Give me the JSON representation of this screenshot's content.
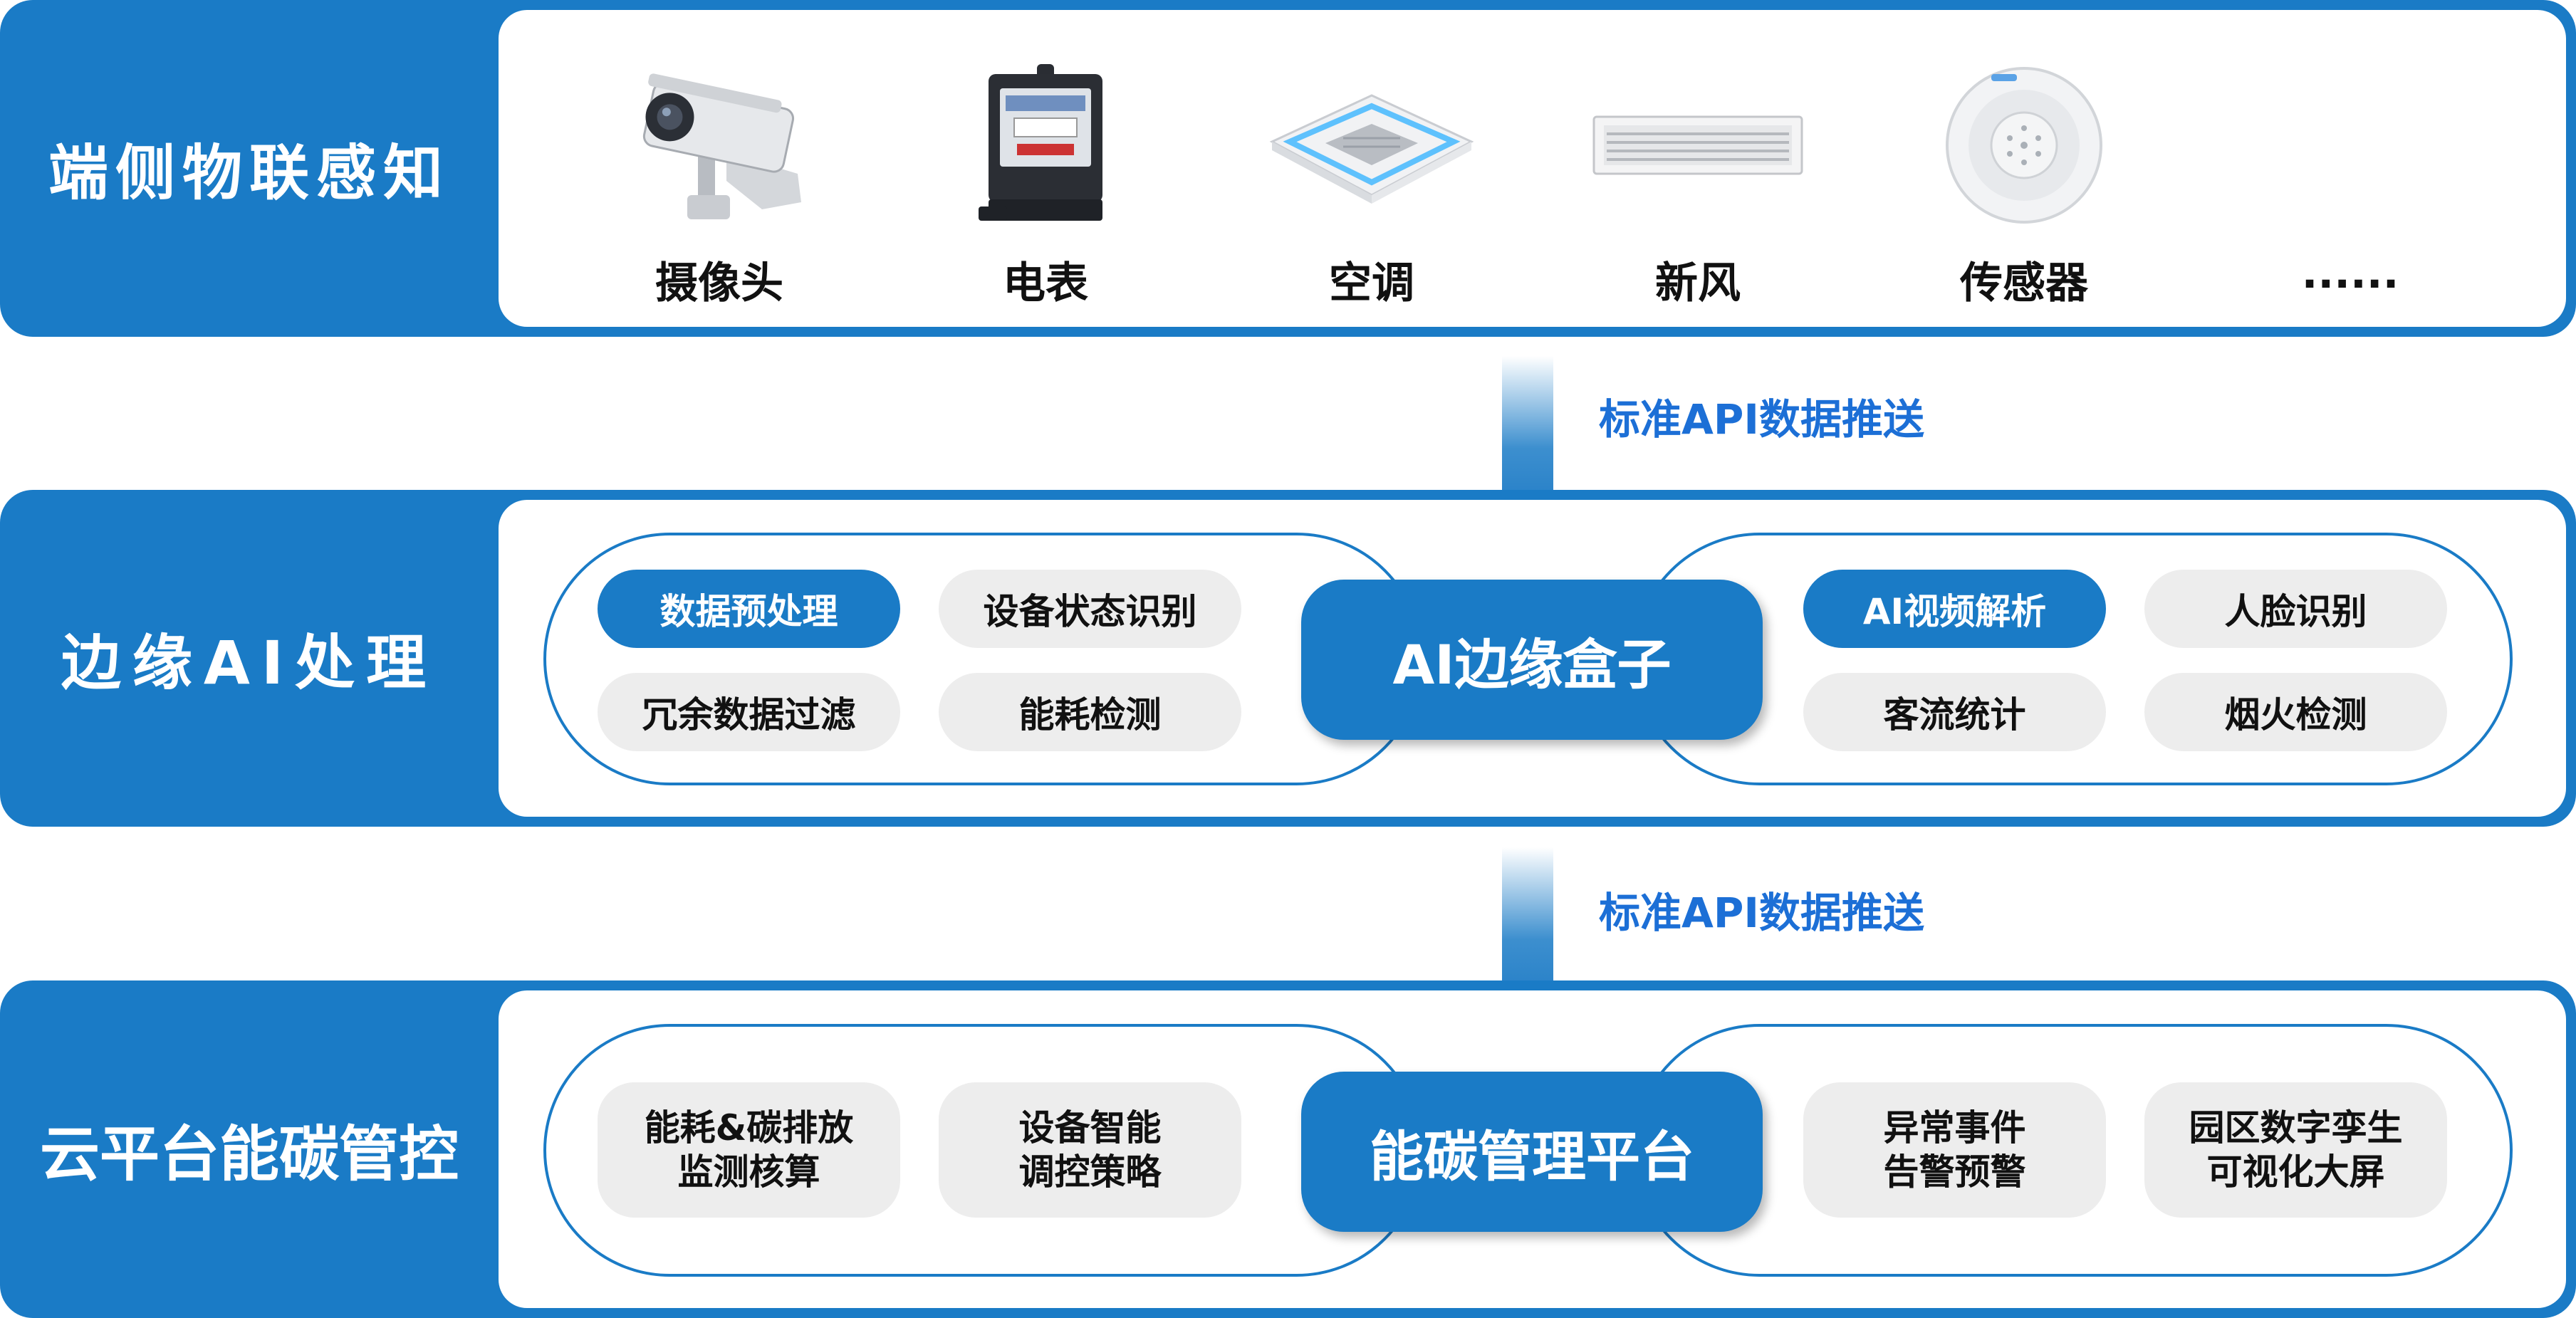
{
  "layers": [
    {
      "label": "端侧物联感知",
      "devices": [
        {
          "label": "摄像头",
          "icon": "security-camera-icon"
        },
        {
          "label": "电表",
          "icon": "electric-meter-icon"
        },
        {
          "label": "空调",
          "icon": "ceiling-air-conditioner-icon"
        },
        {
          "label": "新风",
          "icon": "fresh-air-vent-icon"
        },
        {
          "label": "传感器",
          "icon": "smoke-sensor-icon"
        },
        {
          "label": "......"
        }
      ]
    },
    {
      "label": "边缘AI处理",
      "center": "AI边缘盒子",
      "left_items": [
        "数据预处理",
        "设备状态识别",
        "冗余数据过滤",
        "能耗检测"
      ],
      "right_items": [
        "AI视频解析",
        "人脸识别",
        "客流统计",
        "烟火检测"
      ]
    },
    {
      "label": "云平台能碳管控",
      "center": "能碳管理平台",
      "left_items": [
        "能耗&碳排放\n监测核算",
        "设备智能\n调控策略"
      ],
      "right_items": [
        "异常事件\n告警预警",
        "园区数字孪生\n可视化大屏"
      ]
    }
  ],
  "connectors": [
    {
      "label": "标准API数据推送"
    },
    {
      "label": "标准API数据推送"
    }
  ],
  "colors": {
    "primary": "#1a7bc6",
    "pill_bg": "#ededed",
    "link_text": "#1c6fd6"
  }
}
